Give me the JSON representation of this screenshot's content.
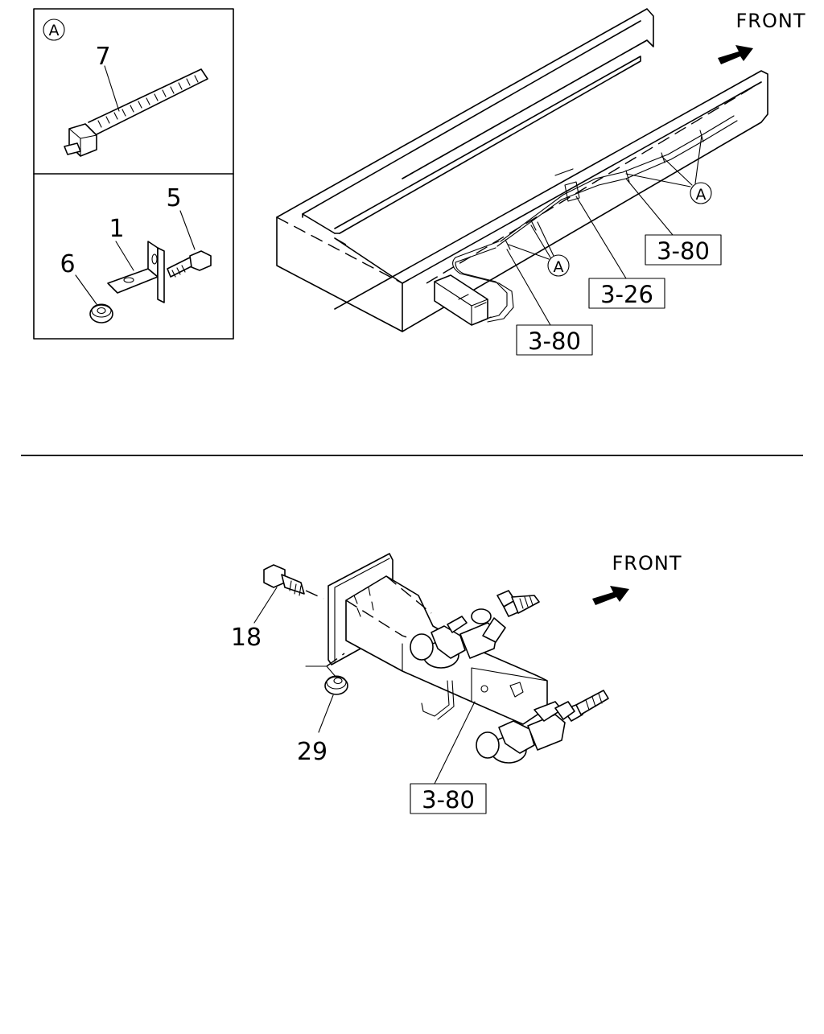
{
  "top_diagram": {
    "front_label": "FRONT",
    "inset_callout": "A",
    "inset_parts": [
      "7",
      "5",
      "1",
      "6"
    ],
    "clip_callouts": [
      "A",
      "A"
    ],
    "references": [
      "3-80",
      "3-26",
      "3-80"
    ]
  },
  "bottom_diagram": {
    "front_label": "FRONT",
    "parts": [
      "18",
      "29"
    ],
    "references": [
      "3-80"
    ]
  }
}
